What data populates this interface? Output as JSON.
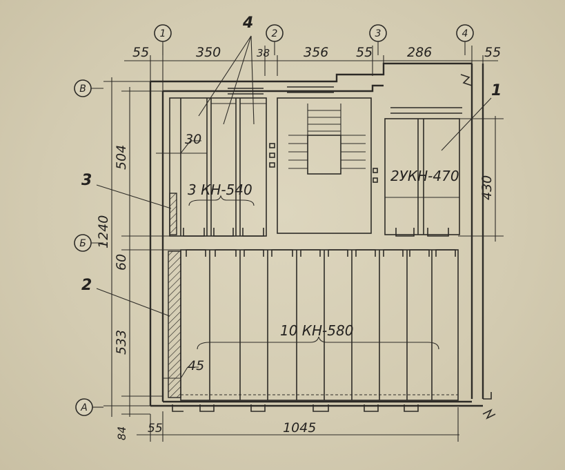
{
  "axes": {
    "columns": [
      "1",
      "2",
      "3",
      "4"
    ],
    "rows": [
      "В",
      "Б",
      "А"
    ]
  },
  "dimensions": {
    "top": [
      "55",
      "350",
      "38",
      "356",
      "55",
      "286",
      "55"
    ],
    "left": [
      "504",
      "1240",
      "60",
      "533",
      "84"
    ],
    "bottom": [
      "55",
      "1045"
    ],
    "right": [
      "430"
    ],
    "inner": [
      "30",
      "45"
    ]
  },
  "labels": {
    "block_upper_left": "3  КН-540",
    "block_upper_right": "2УКН-470",
    "block_lower": "10 КН-580"
  },
  "callouts": [
    "1",
    "2",
    "3",
    "4"
  ]
}
